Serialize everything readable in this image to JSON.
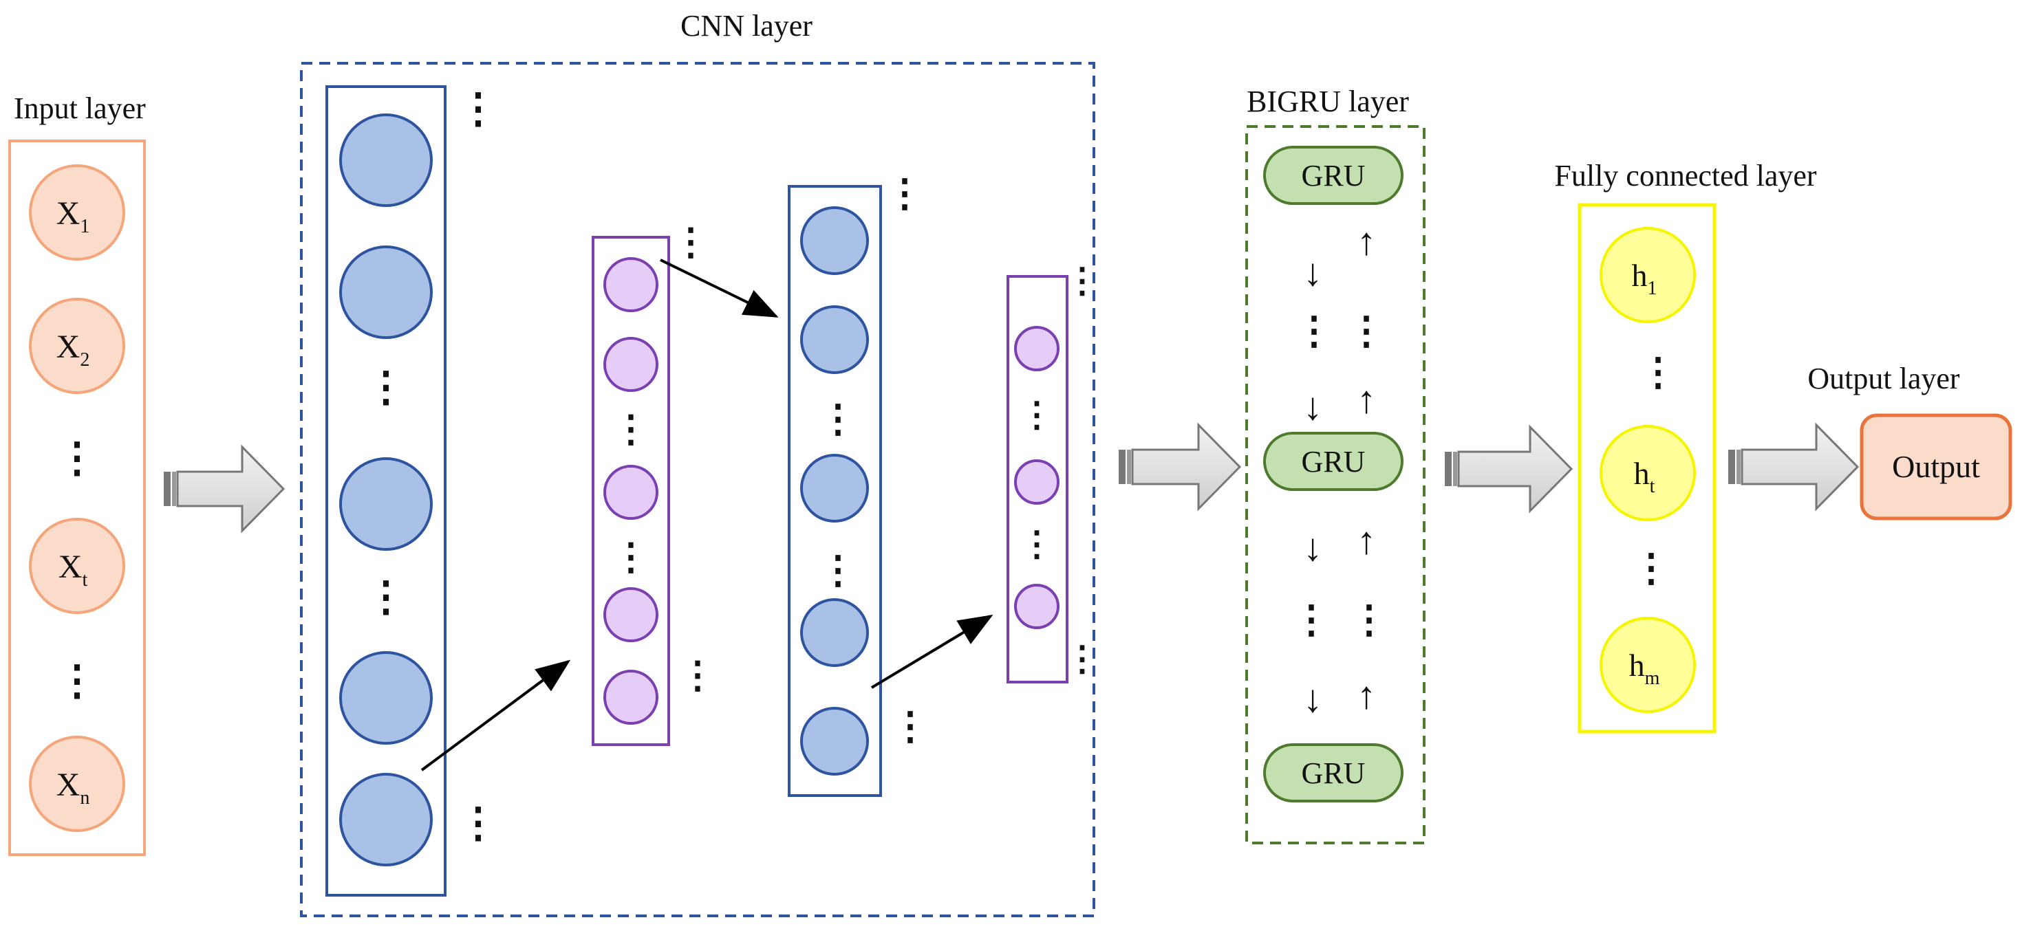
{
  "labels": {
    "input": "Input layer",
    "cnn": "CNN layer",
    "bigru": "BIGRU layer",
    "fc": "Fully connected layer",
    "output": "Output layer"
  },
  "input_nodes": [
    {
      "base": "X",
      "sub": "1"
    },
    {
      "base": "X",
      "sub": "2"
    },
    {
      "base": "X",
      "sub": "t"
    },
    {
      "base": "X",
      "sub": "n"
    }
  ],
  "gru_nodes": [
    "GRU",
    "GRU",
    "GRU"
  ],
  "fc_nodes": [
    {
      "base": "h",
      "sub": "1"
    },
    {
      "base": "h",
      "sub": "t"
    },
    {
      "base": "h",
      "sub": "m"
    }
  ],
  "output_node": "Output",
  "arrow_glyphs": {
    "down": "↓",
    "up": "↑"
  },
  "ellipsis_glyph": "⋮",
  "colors": {
    "input_fill": "#fbdccb",
    "input_stroke": "#f4a57a",
    "cnn_fill": "#a9c1e6",
    "cnn_stroke": "#2e54a0",
    "pool_fill": "#e6cdf8",
    "pool_stroke": "#7a3fb0",
    "gru_fill": "#c5e0b0",
    "gru_stroke": "#4e7a2e",
    "fc_fill": "#ffff99",
    "fc_stroke": "#f5f500",
    "output_fill": "#fbdccb",
    "output_stroke": "#e8743b",
    "cnn_box": "#2e54a0",
    "bigru_box": "#4e7a2e"
  }
}
